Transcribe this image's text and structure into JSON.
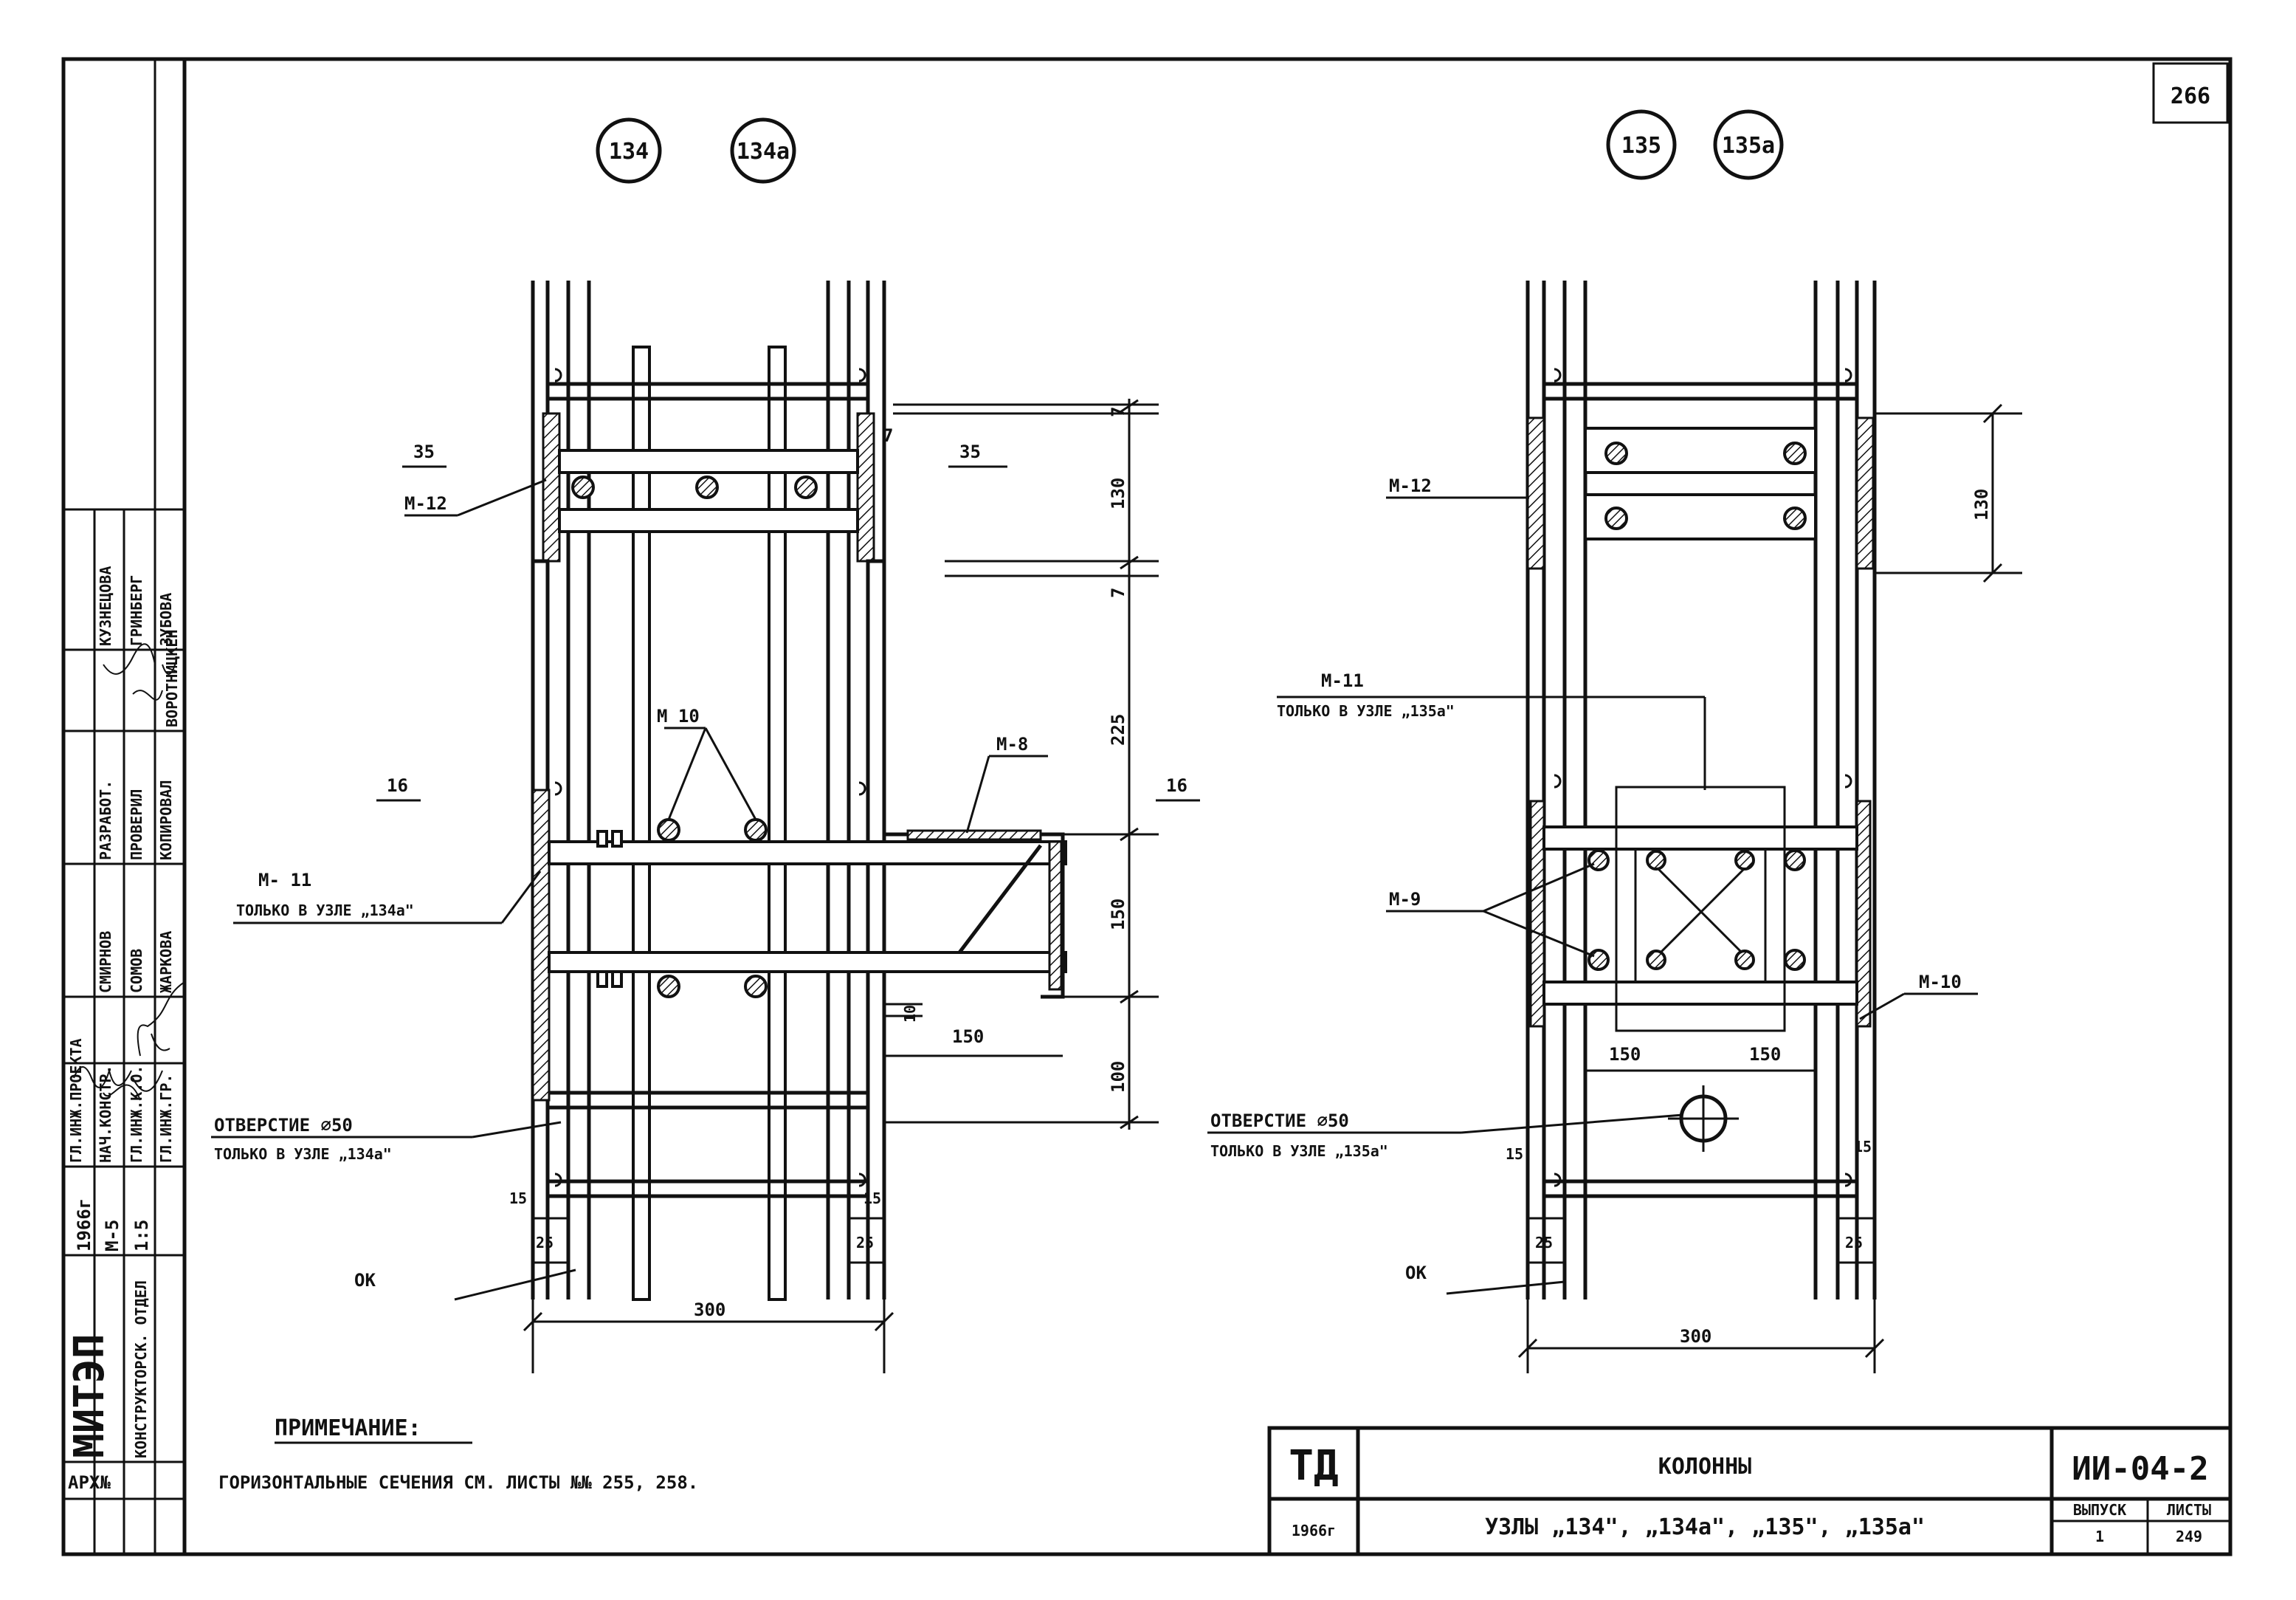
{
  "page_number": "266",
  "node_markers_left": [
    "134",
    "134a"
  ],
  "node_markers_right": [
    "135",
    "135a"
  ],
  "left_detail": {
    "section_marks": [
      "35",
      "35",
      "16",
      "16"
    ],
    "labels": {
      "m12": "М-12",
      "m10": "М 10",
      "m8": "М-8",
      "m11": "М- 11",
      "m11_note": "ТОЛЬКО В УЗЛЕ „134а\"",
      "hole": "ОТВЕРСТИЕ ⌀50",
      "hole_note": "ТОЛЬКО В УЗЛЕ „134а\"",
      "ok": "ОК"
    },
    "dims": {
      "d7a": "7",
      "d7b": "7",
      "d130": "130",
      "d7c": "7",
      "d225": "225",
      "d150": "150",
      "d100": "100",
      "d10": "10",
      "d150b": "150",
      "d15a": "15",
      "d15b": "15",
      "d25a": "25",
      "d25b": "25",
      "d300": "300"
    }
  },
  "right_detail": {
    "labels": {
      "m12": "М-12",
      "m11": "М-11",
      "m11_note": "ТОЛЬКО В УЗЛЕ „135а\"",
      "m9": "М-9",
      "m10": "М-10",
      "hole": "ОТВЕРСТИЕ ⌀50",
      "hole_note": "ТОЛЬКО В УЗЛЕ „135а\"",
      "ok": "ОК"
    },
    "dims": {
      "d130": "130",
      "d150a": "150",
      "d150b": "150",
      "d15a": "15",
      "d15b": "15",
      "d25a": "25",
      "d25b": "25",
      "d300": "300"
    }
  },
  "note": {
    "title": "ПРИМЕЧАНИЕ:",
    "text": "ГОРИЗОНТАЛЬНЫЕ СЕЧЕНИЯ СМ. ЛИСТЫ №№ 255, 258."
  },
  "side_stamp": {
    "org": "МИТЭП",
    "dept": "КОНСТРУКТОРСК. ОТДЕЛ",
    "year": "1966г",
    "m5": "М-5",
    "scale": "1:5",
    "arch": "АРХ№",
    "roles": [
      "ГЛ.ИНЖ.ПРОЕКТА",
      "НАЧ.КОНСТР.",
      "ГЛ.ИНЖ.К.О.",
      "ГЛ.ИНЖ.ГР.",
      "РАЗРАБОТ.",
      "ПРОВЕРИЛ",
      "КОПИРОВАЛ"
    ],
    "names": [
      "КУЗНЕЦОВА",
      "ГРИНБЕРГ",
      "ЗУБОВА",
      "СМИРНОВ",
      "СОМОВ",
      "ЖАРКОВА",
      "ВОРОТНИЦКЕН"
    ]
  },
  "title_block": {
    "logo": "ТД",
    "year": "1966г",
    "title": "КОЛОННЫ",
    "subtitle": "УЗЛЫ „134\", „134а\", „135\", „135а\"",
    "doc_code": "ИИ-04-2",
    "issue_label": "ВЫПУСК",
    "issue": "1",
    "sheet_label": "ЛИСТЫ",
    "sheet": "249"
  }
}
